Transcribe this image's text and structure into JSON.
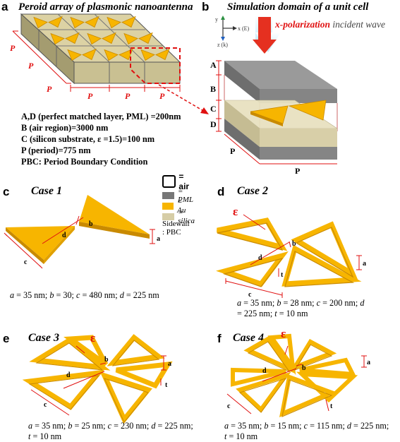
{
  "colors": {
    "gold": "#F7B500",
    "gold_light": "#FFD21F",
    "gold_dark": "#C98A00",
    "red": "#E01010",
    "pml": "#777777",
    "silica": "#D6CDA6",
    "silica_side": "#B8AF88",
    "arrow_red": "#E53020",
    "arrow_glow": "#B8E8FF"
  },
  "panel_a": {
    "letter": "a",
    "title": "Peroid array of plasmonic nanoantenna",
    "p": "P",
    "definitions": [
      "A,D (perfect matched layer, PML) =200nm",
      "B (air region)=3000 nm",
      "C (silicon substrate, ε =1.5)=100 nm",
      "P (period)=775 nm",
      "PBC: Period Boundary Condition"
    ]
  },
  "panel_b": {
    "letter": "b",
    "title": "Simulation domain of a unit cell",
    "incident_em": "x-polarization",
    "incident_rest": " incident wave",
    "axes": {
      "x": "x (E)",
      "y": "y",
      "z": "z (k)"
    },
    "labels": {
      "A": "A",
      "B": "B",
      "C": "C",
      "D": "D",
      "P1": "P",
      "P2": "P"
    }
  },
  "legend": {
    "air": "= air",
    "pml": "= PML",
    "au": "= Au",
    "silica": "= silica",
    "sidewall": "Sidewall : PBC"
  },
  "panel_c": {
    "letter": "c",
    "title": "Case 1",
    "caption": [
      {
        "v": "a",
        "t": " = 35 nm; "
      },
      {
        "v": "b",
        "t": " = 30; "
      },
      {
        "v": "c",
        "t": " = 480 nm; "
      },
      {
        "v": "d",
        "t": " = 225 nm"
      }
    ]
  },
  "panel_d": {
    "letter": "d",
    "title": "Case 2",
    "eps": "ε",
    "caption_line1": [
      {
        "v": "a",
        "t": " = 35 nm; "
      },
      {
        "v": "b",
        "t": " = 28 nm; "
      },
      {
        "v": "c",
        "t": " = 200 nm; "
      },
      {
        "v": "d",
        "t": ""
      }
    ],
    "caption_line2": [
      {
        "v": "",
        "t": "= 225 nm; "
      },
      {
        "v": "t",
        "t": " = 10 nm"
      }
    ]
  },
  "panel_e": {
    "letter": "e",
    "title": "Case 3",
    "eps": "ε",
    "caption_line1": [
      {
        "v": "a",
        "t": " = 35 nm; "
      },
      {
        "v": "b",
        "t": " = 25 nm; "
      },
      {
        "v": "c",
        "t": " = 230 nm; "
      },
      {
        "v": "d",
        "t": " = 225 nm;"
      }
    ],
    "caption_line2": [
      {
        "v": "t",
        "t": " = 10 nm"
      }
    ]
  },
  "panel_f": {
    "letter": "f",
    "title": "Case 4",
    "eps": "ε",
    "caption_line1": [
      {
        "v": "a",
        "t": " = 35 nm; "
      },
      {
        "v": "b",
        "t": " = 15 nm; "
      },
      {
        "v": "c",
        "t": " = 115 nm; "
      },
      {
        "v": "d",
        "t": " = 225 nm;"
      }
    ],
    "caption_line2": [
      {
        "v": "t",
        "t": " = 10 nm"
      }
    ]
  },
  "dim_labels": {
    "a": "a",
    "b": "b",
    "c": "c",
    "d": "d",
    "t": "t"
  }
}
